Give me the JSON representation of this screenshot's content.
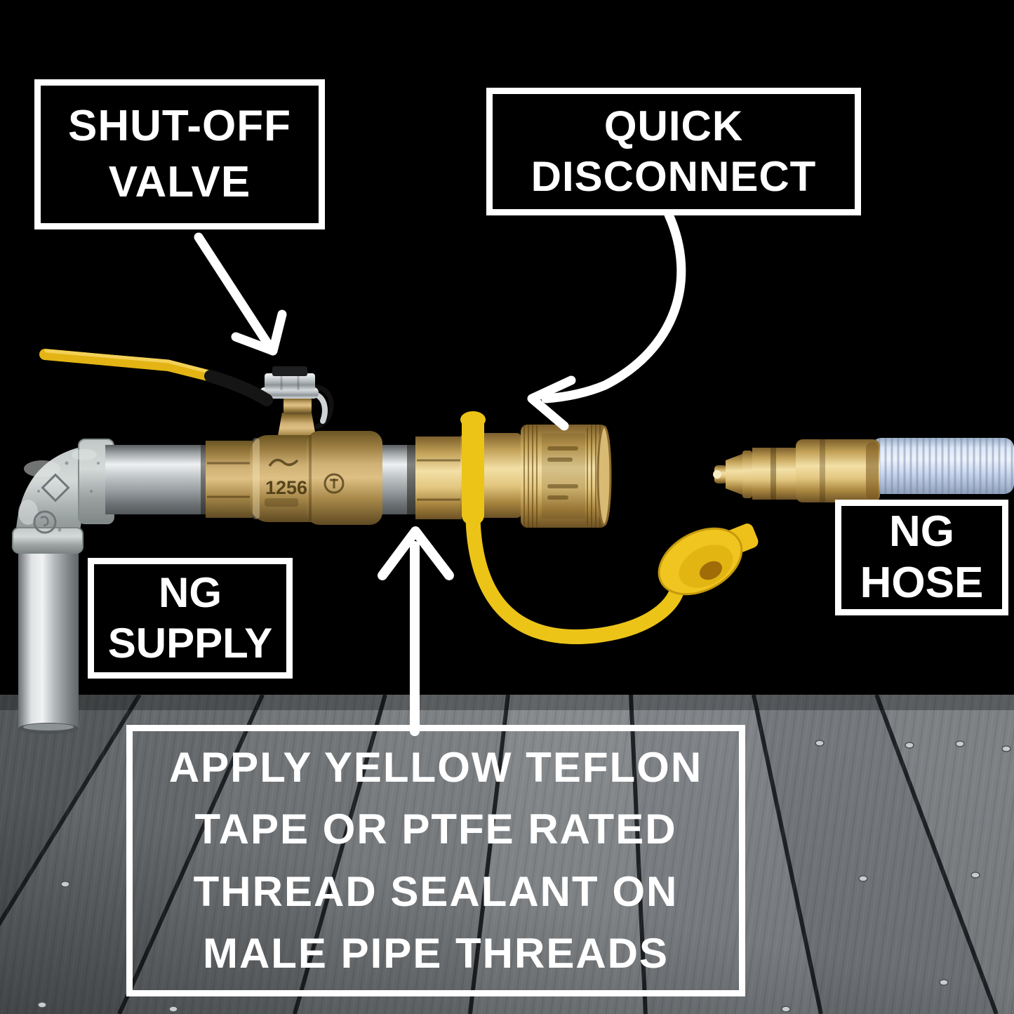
{
  "labels": {
    "shut_off_valve": {
      "lines": [
        "SHUT-OFF",
        "VALVE"
      ]
    },
    "quick_disconnect": {
      "lines": [
        "QUICK",
        "DISCONNECT"
      ]
    },
    "ng_supply": {
      "lines": [
        "NG",
        "SUPPLY"
      ]
    },
    "ng_hose": {
      "lines": [
        "NG",
        "HOSE"
      ]
    },
    "sealant_instruction": {
      "lines": [
        "APPLY YELLOW TEFLON",
        "TAPE OR PTFE RATED",
        "THREAD SEALANT ON",
        "MALE PIPE THREADS"
      ]
    }
  },
  "part_markings": {
    "valve_stamp": "1256"
  },
  "colors": {
    "background": "#000000",
    "label_text": "#ffffff",
    "label_border": "#ffffff",
    "label_fill": "#000000",
    "arrow": "#ffffff",
    "brass": "#d9b96a",
    "valve_handle_yellow": "#e3b414",
    "dust_cap_yellow": "#f0c51f",
    "stainless": "#c3c8ca",
    "galvanized": "#b6bcbc",
    "hose_blue": "#c9d4ee",
    "wood_gray": "#7d8184"
  }
}
